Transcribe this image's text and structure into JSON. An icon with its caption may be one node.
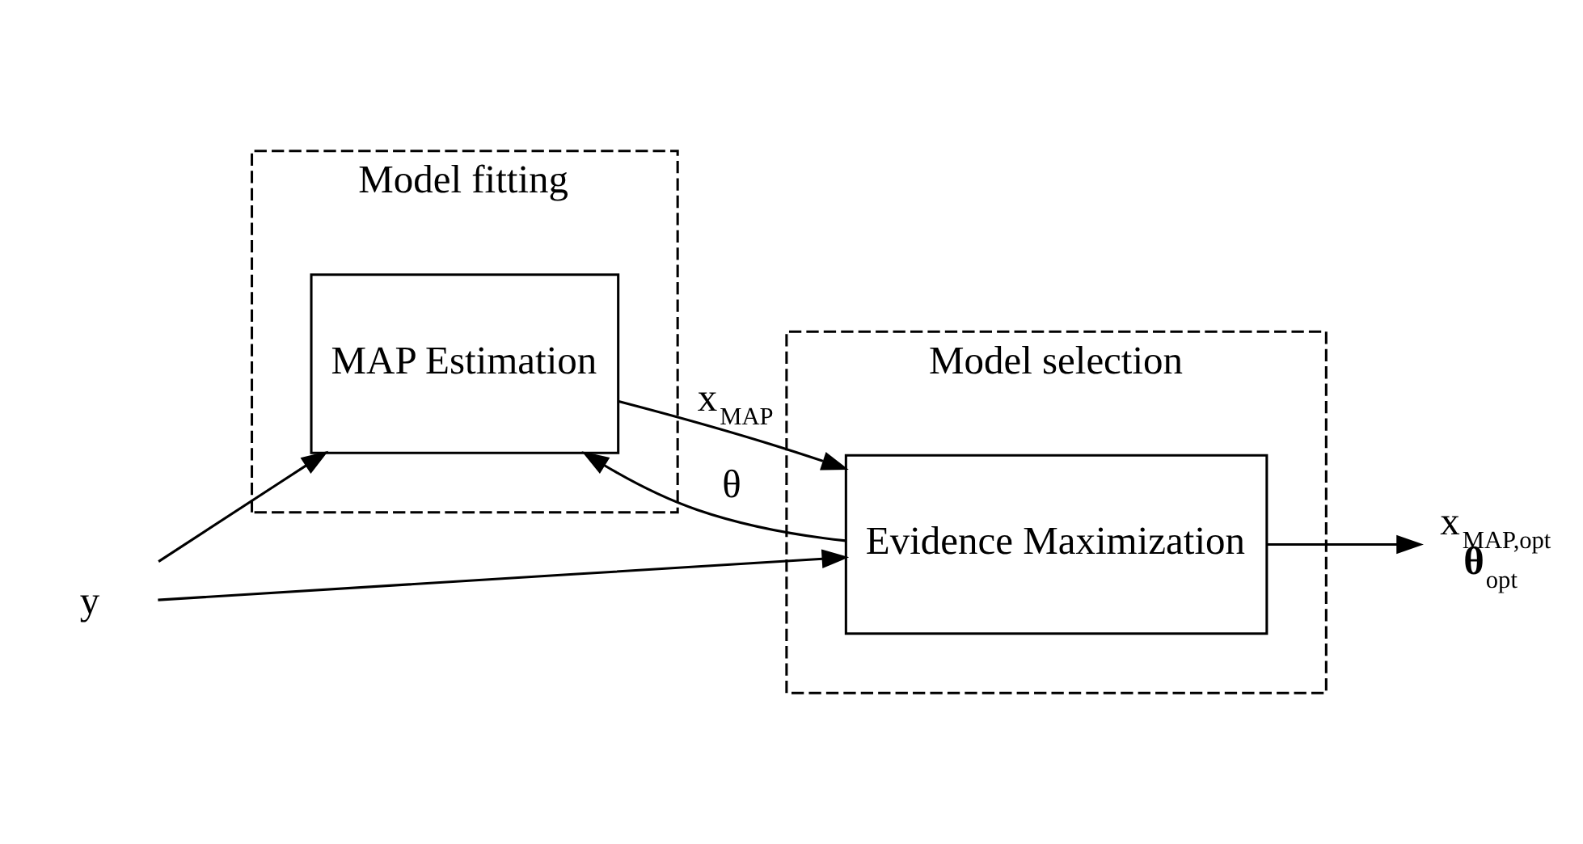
{
  "diagram": {
    "nodes": [
      {
        "text": [
          "Model fitting"
        ]
      },
      {
        "text": [
          "Model selection"
        ]
      },
      {
        "text": [
          "y"
        ]
      },
      {
        "text": [
          "MAP Estimation"
        ],
        "in": 0
      },
      {
        "text": [
          "Evidence Maximization"
        ],
        "in": 1
      },
      {
        "text": [
          "x$_{MAP,opt}$",
          "**θ**$_{opt}$"
        ]
      }
    ],
    "edges": [
      {
        "from": 2,
        "to": 3,
        "arrow": "to"
      },
      {
        "from": 2,
        "to": 4,
        "arrow": "to"
      },
      {
        "from": 3,
        "to": 4,
        "arrow": "to",
        "label": "x$_{MAP}$"
      },
      {
        "from": 4,
        "to": 5,
        "arrow": "to"
      },
      {
        "from": 4,
        "to": 3,
        "arrow": "to",
        "label": "θ"
      }
    ]
  }
}
